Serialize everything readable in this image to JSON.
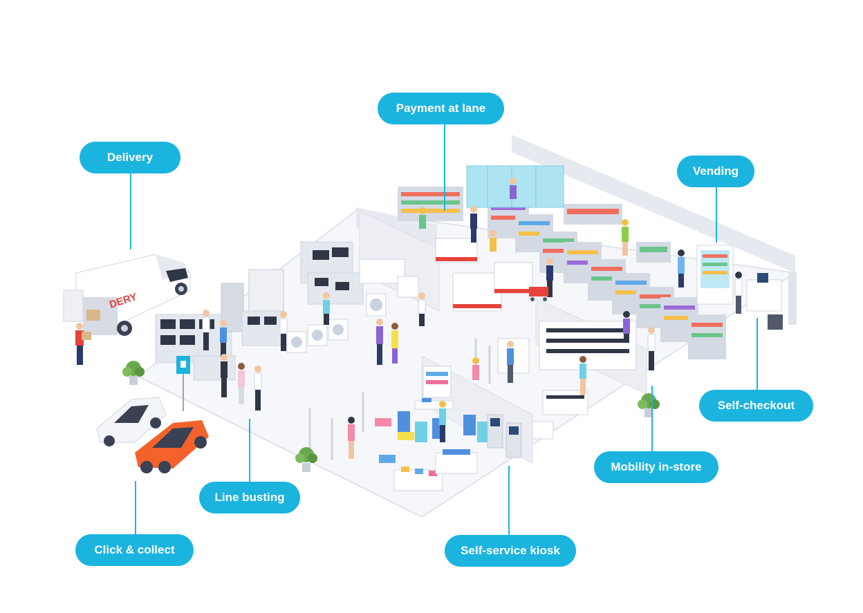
{
  "callouts": {
    "payment_at_lane": "Payment at lane",
    "delivery": "Delivery",
    "vending": "Vending",
    "self_checkout": "Self-checkout",
    "mobility_in_store": "Mobility in-store",
    "line_busting": "Line busting",
    "click_and_collect": "Click & collect",
    "self_service_kiosk": "Self-service kiosk"
  },
  "van": {
    "logo_text": "DERY"
  },
  "colors": {
    "accent": "#1bb4df",
    "floor": "#f6f7fa",
    "wall": "#e3e6ee",
    "van_logo": "#e8423c",
    "car_orange": "#f2622a",
    "car_white": "#f4f5f8"
  }
}
